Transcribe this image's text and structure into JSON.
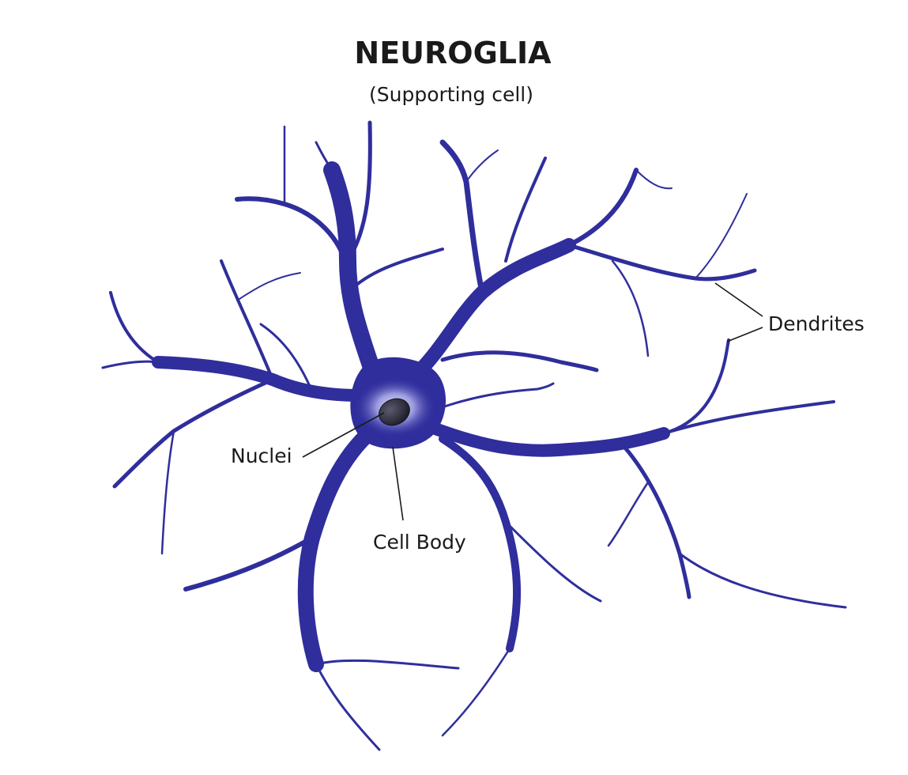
{
  "title": "NEUROGLIA",
  "subtitle": "(Supporting cell)",
  "labels": {
    "dendrites": "Dendrites",
    "nuclei": "Nuclei",
    "cell_body": "Cell Body"
  },
  "colors": {
    "cell": "#2f2e9c",
    "cell_light": "#6a6ad0",
    "nucleus": "#2b2b3d",
    "text": "#1a1a1a",
    "background": "#ffffff"
  }
}
